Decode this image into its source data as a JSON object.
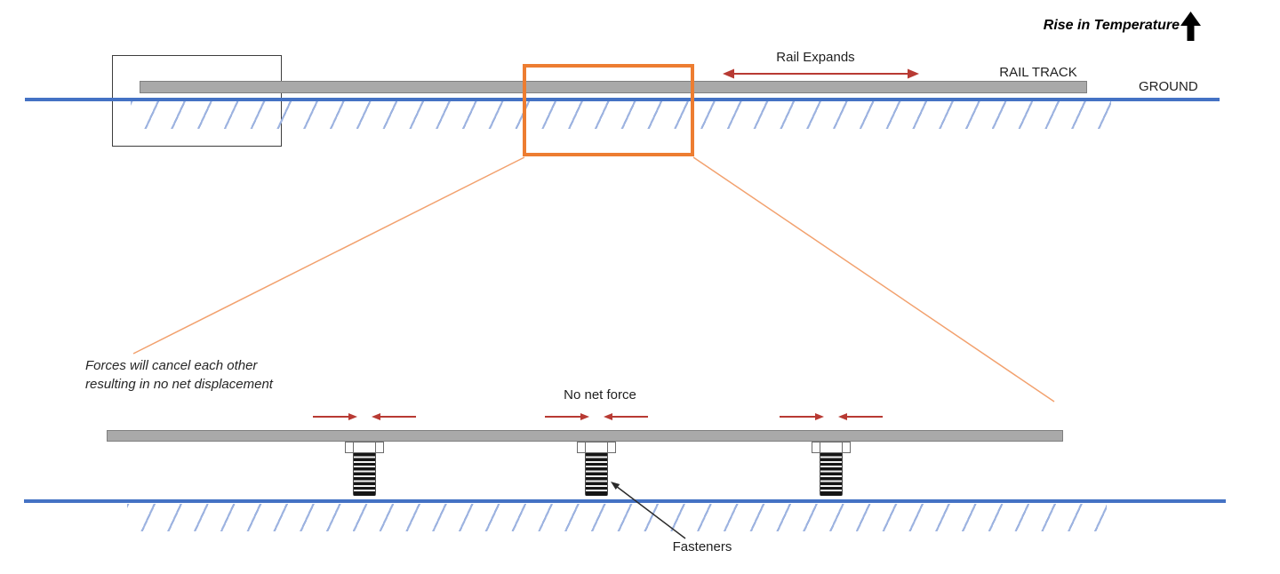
{
  "diagram": {
    "header": {
      "rise_in_temperature": "Rise in Temperature"
    },
    "top_view": {
      "rail_expands": "Rail Expands",
      "rail_track": "RAIL TRACK",
      "ground": "GROUND"
    },
    "magnified_view": {
      "forces_note_line1": "Forces will cancel each other",
      "forces_note_line2": "resulting in no net displacement",
      "no_net_force": "No net force",
      "fasteners": "Fasteners"
    }
  },
  "colors": {
    "rail-gray": "#a9a9a9",
    "rail-border": "#7f7f7f",
    "ground-blue": "#4472c4",
    "hatch-blue": "#9db3e0",
    "highlight-orange": "#ed7d31",
    "connector-orange": "#f2a16e",
    "force-red": "#b83a33",
    "ink-black": "#1f1f1f"
  }
}
